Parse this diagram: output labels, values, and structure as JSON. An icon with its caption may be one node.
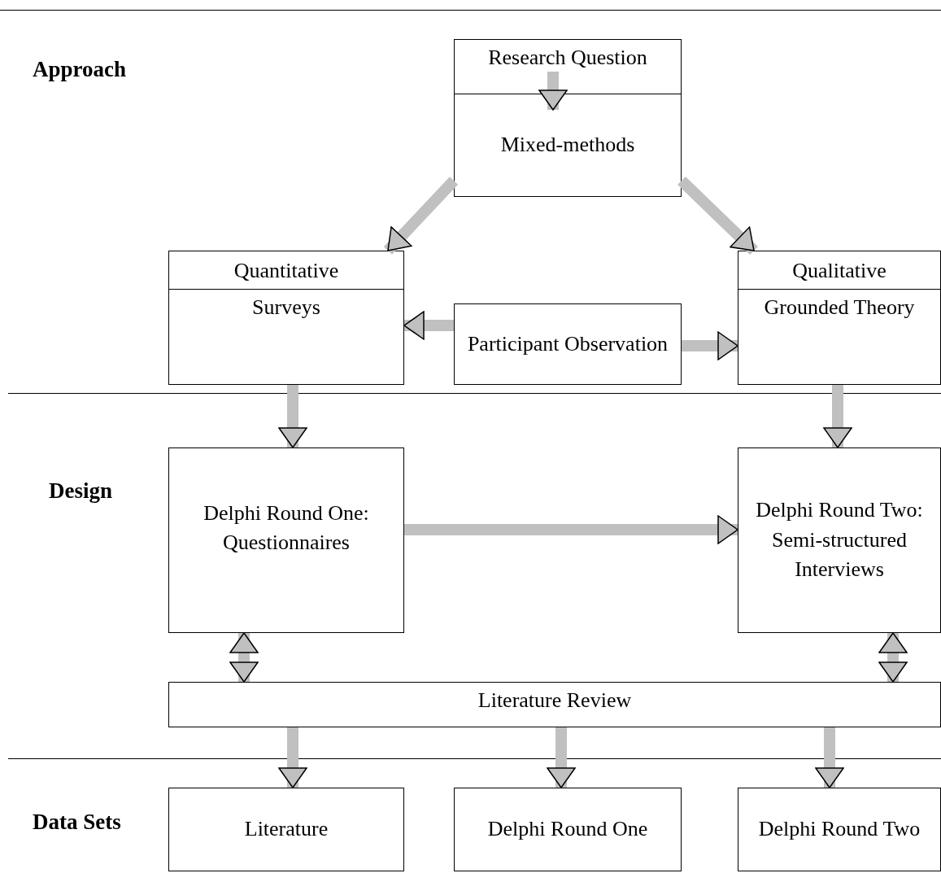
{
  "diagram": {
    "nodes": [
      {
        "text": [
          "Research Question"
        ]
      },
      {
        "text": [
          "Mixed-methods"
        ]
      },
      {
        "text": [
          "Quantitative",
          "Surveys"
        ]
      },
      {
        "text": [
          "Participant Observation"
        ]
      },
      {
        "text": [
          "Qualitative",
          "Grounded Theory"
        ]
      },
      {
        "text": [
          "Delphi Round One: Questionnaires"
        ]
      },
      {
        "text": [
          "Delphi Round Two: Semi-structured Interviews"
        ]
      },
      {
        "text": [
          "Literature Review"
        ]
      },
      {
        "text": [
          "Literature"
        ]
      },
      {
        "text": [
          "Delphi Round One"
        ]
      },
      {
        "text": [
          "Delphi Round Two"
        ]
      }
    ],
    "edges": [
      {
        "from": 0,
        "to": 1,
        "arrow": "to"
      },
      {
        "from": 1,
        "to": 2,
        "arrow": "to"
      },
      {
        "from": 1,
        "to": 4,
        "arrow": "to"
      },
      {
        "from": 3,
        "to": 2,
        "arrow": "to"
      },
      {
        "from": 3,
        "to": 4,
        "arrow": "to"
      },
      {
        "from": 2,
        "to": 5,
        "arrow": "to"
      },
      {
        "from": 4,
        "to": 6,
        "arrow": "to"
      },
      {
        "from": 5,
        "to": 6,
        "arrow": "to"
      },
      {
        "from": 5,
        "to": 7,
        "arrow": "both"
      },
      {
        "from": 6,
        "to": 7,
        "arrow": "both"
      },
      {
        "from": 7,
        "to": 8,
        "arrow": "to"
      },
      {
        "from": 7,
        "to": 9,
        "arrow": "to"
      },
      {
        "from": 7,
        "to": 10,
        "arrow": "to"
      }
    ],
    "labels": [
      "Approach",
      "Design",
      "Data Sets"
    ]
  }
}
